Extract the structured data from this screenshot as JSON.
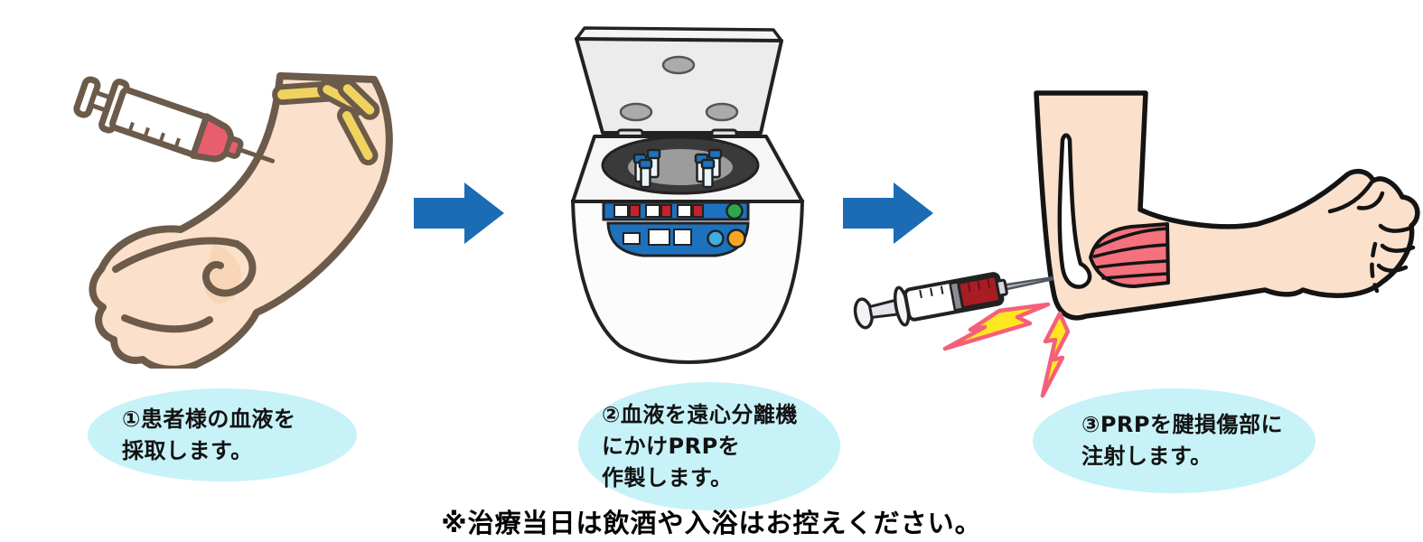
{
  "steps": [
    {
      "id": "step-1",
      "illustration": "arm-blood-draw",
      "caption_lines": [
        "①患者様の血液を",
        "採取します。"
      ]
    },
    {
      "id": "step-2",
      "illustration": "centrifuge",
      "caption_lines": [
        "②血液を遠心分離機",
        "にかけPRPを",
        "作製します。"
      ]
    },
    {
      "id": "step-3",
      "illustration": "elbow-injection",
      "caption_lines": [
        "③PRPを腱損傷部に",
        "注射します。"
      ]
    }
  ],
  "footnote": "※治療当日は飲酒や入浴はお控えください。",
  "colors": {
    "arrow_blue": "#1B6BB5",
    "bubble_cyan": "#C7F2F8",
    "skin": "#FBE0CB",
    "outline_brown": "#6C5A4A",
    "blood_light": "#E85E6E",
    "blood_dark": "#A81D23",
    "tourniquet_yellow": "#F0D35E",
    "muscle_red": "#F4717D",
    "lightning_yellow": "#FFE71F",
    "lightning_pink": "#F4607A",
    "panel_blue": "#1D72BE",
    "indicator_green": "#2AA84E",
    "indicator_blue": "#3FAEE0",
    "indicator_orange": "#F5A623"
  }
}
